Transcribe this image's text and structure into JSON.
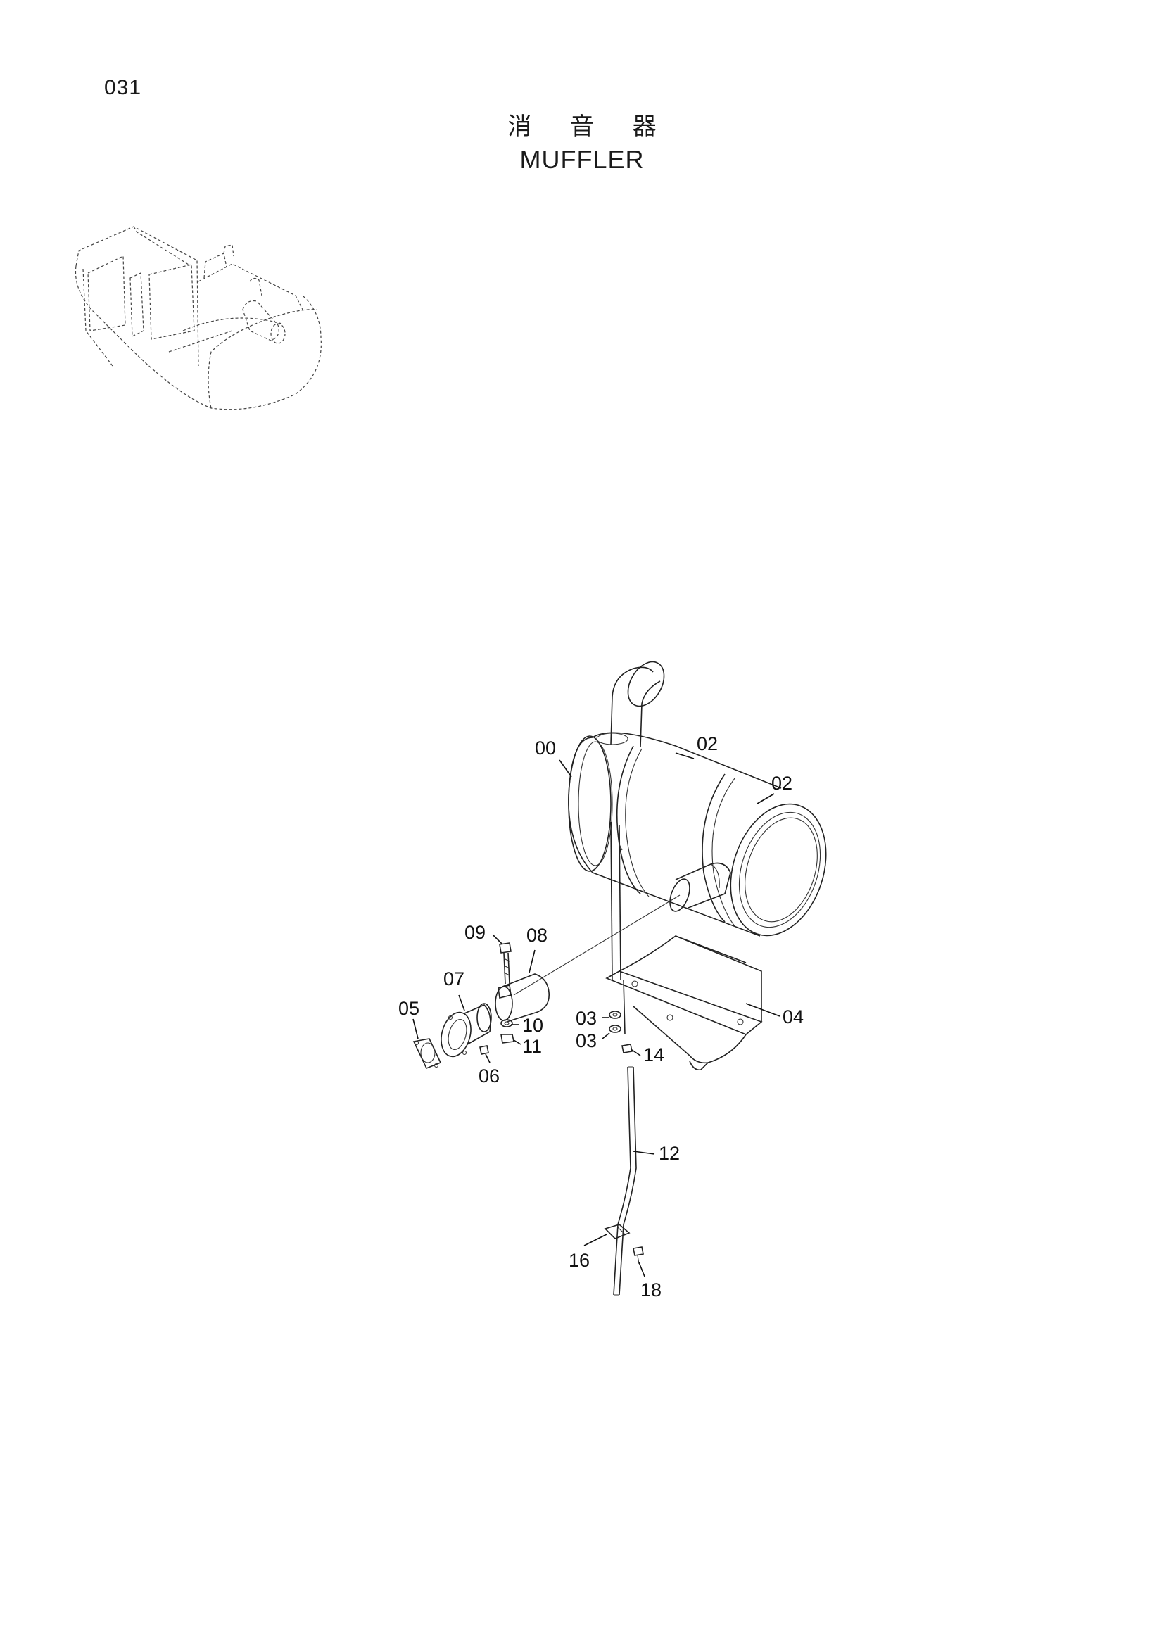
{
  "page": {
    "number": "031"
  },
  "title": {
    "chinese": "消 音 器",
    "english": "MUFFLER"
  },
  "callouts": {
    "c00": "00",
    "c02a": "02",
    "c02b": "02",
    "c04": "04",
    "c09": "09",
    "c08": "08",
    "c07": "07",
    "c05": "05",
    "c10": "10",
    "c11": "11",
    "c06": "06",
    "c03a": "03",
    "c03b": "03",
    "c14": "14",
    "c12": "12",
    "c16": "16",
    "c18": "18"
  }
}
